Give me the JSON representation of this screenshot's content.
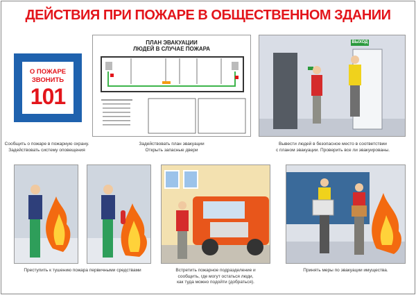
{
  "title": "ДЕЙСТВИЯ ПРИ ПОЖАРЕ В ОБЩЕСТВЕННОМ ЗДАНИИ",
  "sign": {
    "line1": "О ПОЖАРЕ",
    "line2": "ЗВОНИТЬ",
    "number": "101",
    "frame_color": "#1f62ae",
    "text_color": "#e3151b"
  },
  "plan": {
    "title1": "ПЛАН ЭВАКУАЦИИ",
    "title2": "ЛЮДЕЙ В СЛУЧАЕ ПОЖАРА",
    "exit_sign": "ВЫХОД"
  },
  "captions": {
    "step1": [
      "Сообщить о пожаре в пожарную охрану.",
      "Задействовать систему оповещения"
    ],
    "step2": [
      "Задействовать план эвакуации",
      "Открыть запасные двери"
    ],
    "step3": [
      "Вывести людей в безопасное место в соответствии",
      "с планом эвакуации. Проверить все ли эвакуированы."
    ],
    "step4": [
      "Преступить к тушению пожара первичными средствами"
    ],
    "step5": [
      "Встретить пожарное подразделение и",
      "сообщить, где могут остаться люди,",
      "как туда можно подойти (добраться)."
    ],
    "step6": [
      "Принять меры по эвакуации имущества."
    ]
  },
  "colors": {
    "title": "#e3151b",
    "fire": "#f36a10",
    "truck": "#e8561b"
  }
}
